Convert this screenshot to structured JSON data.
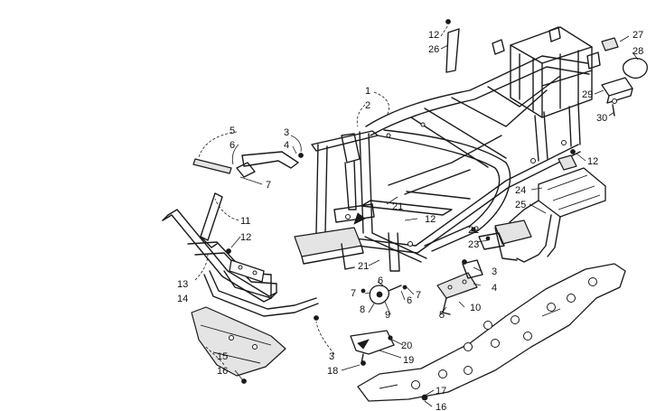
{
  "diagram": {
    "callouts": [
      {
        "id": "c1",
        "text": "1"
      },
      {
        "id": "c2",
        "text": "2"
      },
      {
        "id": "c3a",
        "text": "3"
      },
      {
        "id": "c4a",
        "text": "4"
      },
      {
        "id": "c5a",
        "text": "5"
      },
      {
        "id": "c6a",
        "text": "6"
      },
      {
        "id": "c7a",
        "text": "7"
      },
      {
        "id": "c11",
        "text": "11"
      },
      {
        "id": "c12a",
        "text": "12"
      },
      {
        "id": "c13",
        "text": "13"
      },
      {
        "id": "c14",
        "text": "14"
      },
      {
        "id": "c15",
        "text": "15"
      },
      {
        "id": "c16a",
        "text": "16"
      },
      {
        "id": "c3b",
        "text": "3"
      },
      {
        "id": "c18",
        "text": "18"
      },
      {
        "id": "c7b",
        "text": "7"
      },
      {
        "id": "c6b",
        "text": "6"
      },
      {
        "id": "c8",
        "text": "8"
      },
      {
        "id": "c9",
        "text": "9"
      },
      {
        "id": "c6c",
        "text": "6"
      },
      {
        "id": "c7c",
        "text": "7"
      },
      {
        "id": "c20",
        "text": "20"
      },
      {
        "id": "c19",
        "text": "19"
      },
      {
        "id": "c21a",
        "text": "21"
      },
      {
        "id": "c21b",
        "text": "21"
      },
      {
        "id": "c12b",
        "text": "12"
      },
      {
        "id": "c22",
        "text": "22"
      },
      {
        "id": "c23",
        "text": "23"
      },
      {
        "id": "c3c",
        "text": "3"
      },
      {
        "id": "c4b",
        "text": "4"
      },
      {
        "id": "c5b",
        "text": "5"
      },
      {
        "id": "c10",
        "text": "10"
      },
      {
        "id": "c17",
        "text": "17"
      },
      {
        "id": "c16b",
        "text": "16"
      },
      {
        "id": "c12c",
        "text": "12"
      },
      {
        "id": "c26",
        "text": "26"
      },
      {
        "id": "c27",
        "text": "27"
      },
      {
        "id": "c28",
        "text": "28"
      },
      {
        "id": "c29",
        "text": "29"
      },
      {
        "id": "c30",
        "text": "30"
      },
      {
        "id": "c12d",
        "text": "12"
      },
      {
        "id": "c24",
        "text": "24"
      },
      {
        "id": "c25",
        "text": "25"
      }
    ]
  }
}
